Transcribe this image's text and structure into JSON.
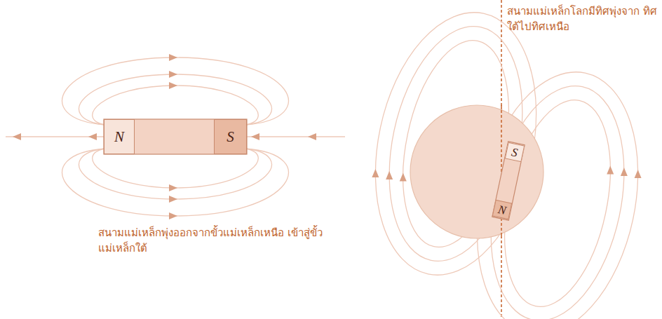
{
  "diagram": {
    "nodes": [
      {
        "text": [
          "N"
        ]
      },
      {
        "text": [
          "S"
        ]
      },
      {
        "text": [
          "S"
        ]
      },
      {
        "text": [
          "N"
        ]
      }
    ],
    "labels": [
      "สนามแม่เหล็กพุ่งออกจากขั้วแม่เหล็กเหนือ เข้าสู่ขั้วแม่เหล็กใต้",
      "สนามแม่เหล็กโลกมีทิศพุ่งจาก ทิศใต้ไปทิศเหนือ"
    ]
  }
}
